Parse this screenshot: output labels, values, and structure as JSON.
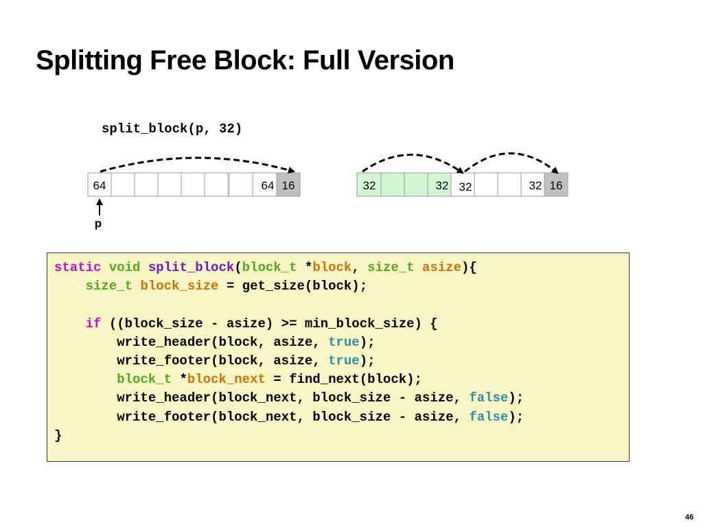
{
  "slide": {
    "title": "Splitting Free Block: Full Version",
    "call": "split_block(p, 32)",
    "page_number": "46"
  },
  "diagram": {
    "before": {
      "header": "64",
      "footer": "64",
      "next_header": "16",
      "pointer_label": "p"
    },
    "after": {
      "first_header": "32",
      "first_footer": "32",
      "second_header": "32",
      "second_footer": "32",
      "next_header": "16"
    },
    "colors": {
      "allocated_fill": "#d2f7d2",
      "next_block_fill": "#bfbfbf",
      "cell_border": "#9a9a9a"
    }
  },
  "code": {
    "l1": {
      "t1": "static",
      "t2": " ",
      "t3": "void",
      "t4": " ",
      "t5": "split_block",
      "t6": "(",
      "t7": "block_t",
      "t8": " *",
      "t9": "block",
      "t10": ", ",
      "t11": "size_t",
      "t12": " ",
      "t13": "asize",
      "t14": "){"
    },
    "l2": {
      "t1": "    ",
      "t2": "size_t",
      "t3": " ",
      "t4": "block_size",
      "t5": " = get_size(block);"
    },
    "l3": {
      "t1": ""
    },
    "l4": {
      "t1": "    ",
      "t2": "if",
      "t3": " ((block_size - asize) >= min_block_size) {"
    },
    "l5": {
      "t1": "        write_header(block, asize, ",
      "t2": "true",
      "t3": ");"
    },
    "l6": {
      "t1": "        write_footer(block, asize, ",
      "t2": "true",
      "t3": ");"
    },
    "l7": {
      "t1": "        ",
      "t2": "block_t",
      "t3": " *",
      "t4": "block_next",
      "t5": " = find_next(block);"
    },
    "l8": {
      "t1": "        write_header(block_next, block_size - asize, ",
      "t2": "false",
      "t3": ");"
    },
    "l9": {
      "t1": "        write_footer(block_next, block_size - asize, ",
      "t2": "false",
      "t3": ");"
    },
    "l10": {
      "t1": "}"
    }
  }
}
